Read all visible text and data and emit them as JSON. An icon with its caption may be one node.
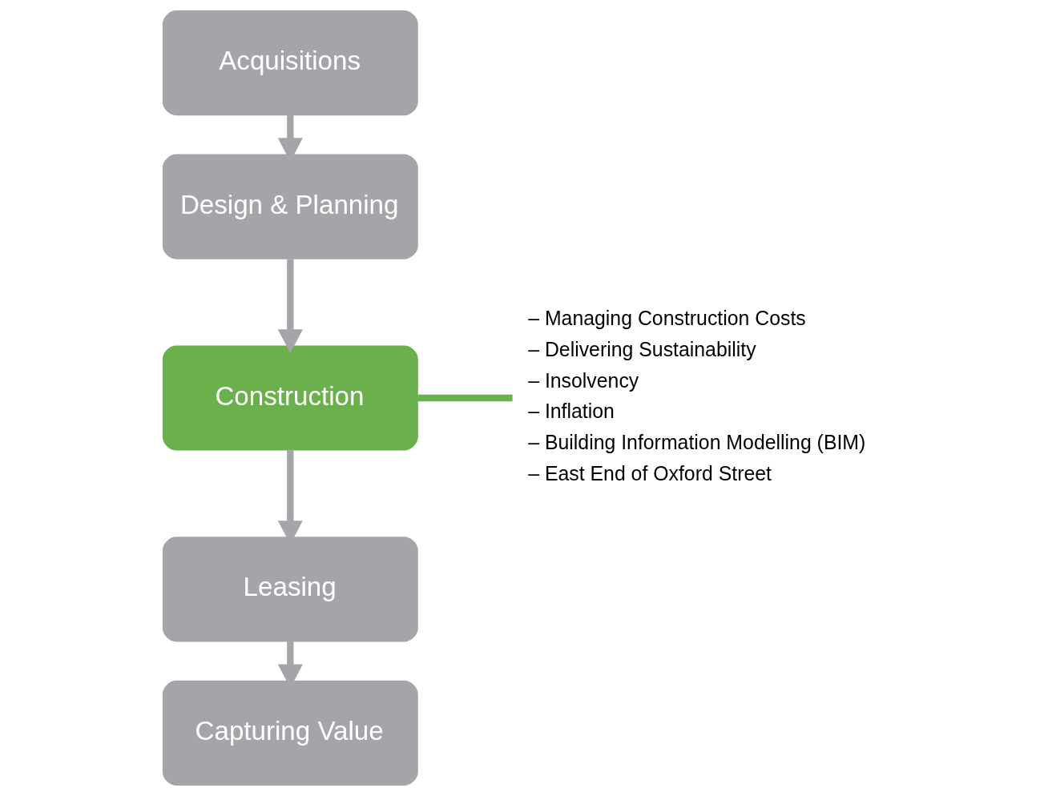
{
  "diagram": {
    "nodes": [
      {
        "text": [
          "Acquisitions"
        ]
      },
      {
        "text": [
          "Design & Planning"
        ]
      },
      {
        "text": [
          "Construction"
        ]
      },
      {
        "text": [
          "Leasing"
        ]
      },
      {
        "text": [
          "Capturing Value"
        ]
      },
      {
        "text": [
          "– Managing Construction Costs",
          "– Delivering Sustainability",
          "– Insolvency",
          "– Inflation",
          "– Building Information Modelling (BIM)",
          "– East End of Oxford Street"
        ]
      }
    ],
    "edges": [
      {
        "from": 0,
        "to": 1,
        "arrow": "to"
      },
      {
        "from": 1,
        "to": 2,
        "arrow": "to"
      },
      {
        "from": 2,
        "to": 3,
        "arrow": "to"
      },
      {
        "from": 3,
        "to": 4,
        "arrow": "to"
      },
      {
        "from": 2,
        "to": 5,
        "arrow": "none",
        "color": "#6ab04c"
      }
    ]
  }
}
